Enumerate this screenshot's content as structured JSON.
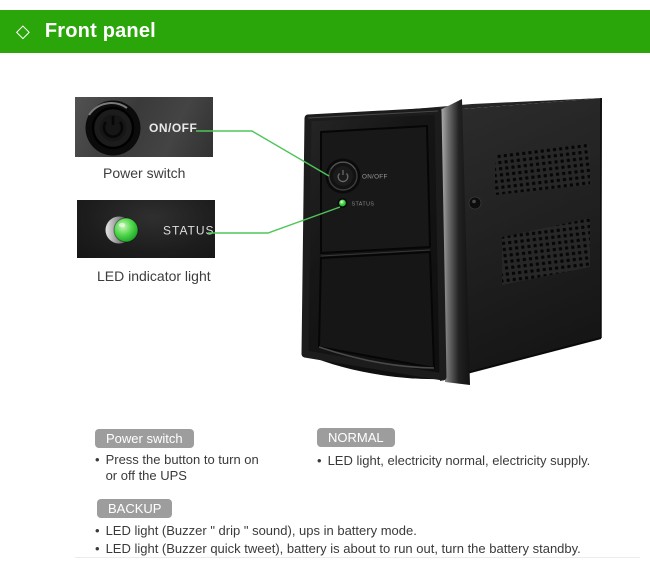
{
  "header": {
    "prefix": "◇",
    "title": "Front panel"
  },
  "photos": {
    "power": {
      "label": "ON/OFF",
      "caption": "Power switch"
    },
    "status": {
      "label": "STATUS",
      "caption": "LED indicator light"
    }
  },
  "device": {
    "power_button_label": "ON/OFF",
    "status_led_label": "STATUS"
  },
  "legend": {
    "power": {
      "badge": "Power switch",
      "bullet": "Press the button to turn on\nor off the UPS"
    },
    "normal": {
      "badge": "NORMAL",
      "bullet": "LED light, electricity normal, electricity supply."
    },
    "backup": {
      "badge": "BACKUP",
      "bullet1": "LED light (Buzzer \" drip \" sound), ups in battery mode.",
      "bullet2": "LED light (Buzzer quick tweet), battery is about to run out, turn the battery standby."
    }
  },
  "colors": {
    "header_green": "#2aa50a",
    "callout_green": "#4ec558",
    "badge_gray": "#9d9d9d",
    "led_green": "#3fd13f"
  }
}
